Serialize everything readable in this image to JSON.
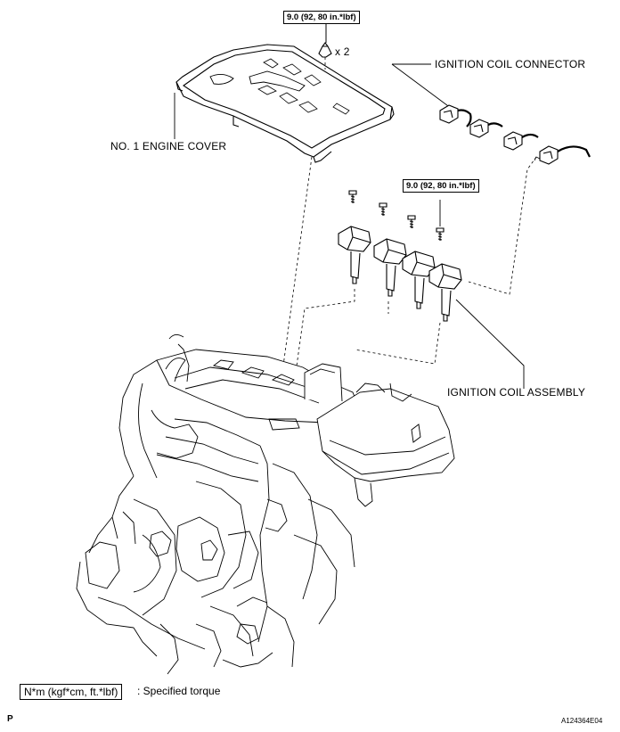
{
  "torque_spec_cover": "9.0 (92, 80 in.*lbf)",
  "torque_spec_coil": "9.0 (92, 80 in.*lbf)",
  "quantity_mark": "x 2",
  "labels": {
    "ignition_coil_connector": "IGNITION COIL CONNECTOR",
    "no1_engine_cover": "NO. 1 ENGINE COVER",
    "ignition_coil_assembly": "IGNITION COIL ASSEMBLY"
  },
  "legend": {
    "unit_box": "N*m (kgf*cm, ft.*lbf)",
    "description": ": Specified torque"
  },
  "corner_mark": "P",
  "figure_code": "A124364E04"
}
